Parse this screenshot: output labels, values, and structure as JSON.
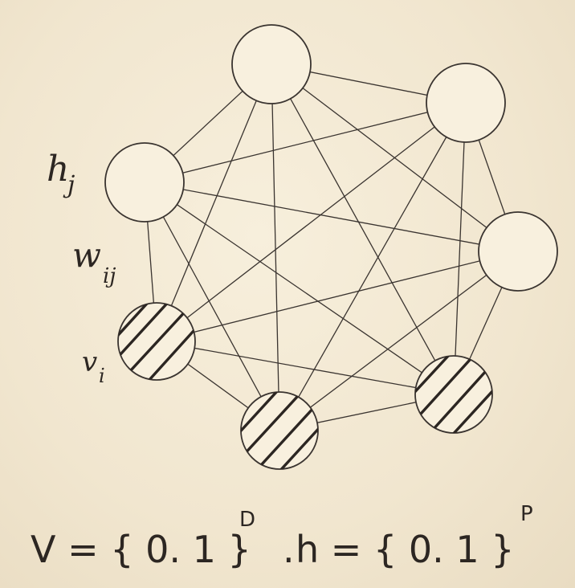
{
  "labels": {
    "h": "h",
    "h_sub": "j",
    "w": "w",
    "w_sub": "ij",
    "v": "v",
    "v_sub": "i"
  },
  "formula": {
    "v_part": "V = { 0. 1 }",
    "v_exp": "D",
    "sep": ".",
    "h_part": "h = { 0. 1 }",
    "h_exp": "P"
  },
  "nodes": [
    {
      "id": "top",
      "type": "hidden"
    },
    {
      "id": "upper-right",
      "type": "hidden"
    },
    {
      "id": "left-hj",
      "type": "hidden"
    },
    {
      "id": "right",
      "type": "hidden"
    },
    {
      "id": "left-vi",
      "type": "visible"
    },
    {
      "id": "bottom-left",
      "type": "visible"
    },
    {
      "id": "bottom-right",
      "type": "visible"
    }
  ],
  "colors": {
    "ink": "#2c2622",
    "paper": "#f3e9d3"
  }
}
